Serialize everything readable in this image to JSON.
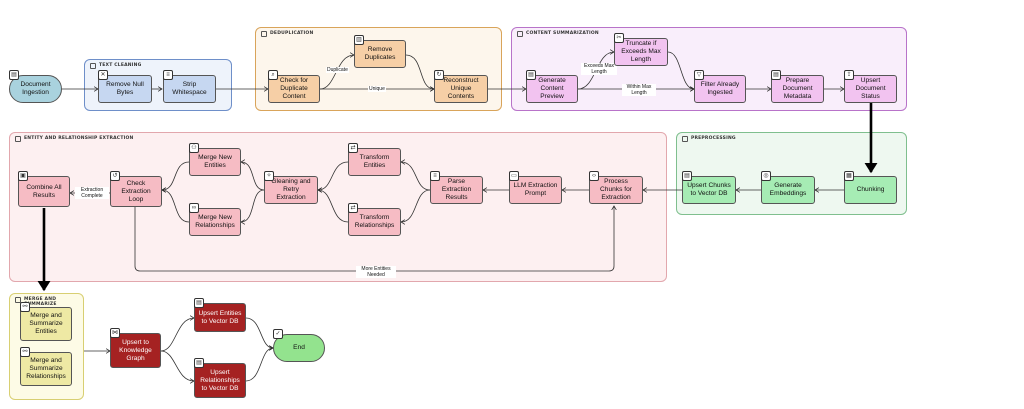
{
  "colors": {
    "text_cleaning": "#eef3fb",
    "text_cleaning_border": "#6e8fc9",
    "dedup": "#fdf6ec",
    "dedup_border": "#d9a45a",
    "summ": "#f9eefb",
    "summ_border": "#b873c9",
    "pre": "#eef8f0",
    "pre_border": "#7fbf8e",
    "ent": "#fdf0f1",
    "ent_border": "#e2a7ad",
    "merge": "#fdfbe6",
    "merge_border": "#d8cf72"
  },
  "groups": {
    "text_cleaning": "TEXT CLEANING",
    "deduplication": "DEDUPLICATION",
    "content_summarization": "CONTENT SUMMARIZATION",
    "preprocessing": "PREPROCESSING",
    "entity_extraction": "ENTITY AND RELATIONSHIP EXTRACTION",
    "merge_summarize": "MERGE AND SUMMARIZE"
  },
  "nodes": {
    "document_ingestion": "Document Ingestion",
    "remove_null_bytes": "Remove Null Bytes",
    "strip_whitespace": "Strip Whitespace",
    "check_duplicate": "Check for Duplicate Content",
    "remove_duplicates": "Remove Duplicates",
    "reconstruct_unique": "Reconstruct Unique Contents",
    "generate_preview": "Generate Content Preview",
    "truncate": "Truncate if Exceeds Max Length",
    "filter_ingested": "Filter Already Ingested",
    "prepare_metadata": "Prepare Document Metadata",
    "upsert_doc_status": "Upsert Document Status",
    "chunking": "Chunking",
    "generate_embeddings": "Generate Embeddings",
    "upsert_chunks": "Upsert Chunks to Vector DB",
    "process_chunks": "Process Chunks for Extraction",
    "llm_prompt": "LLM Extraction Prompt",
    "parse_results": "Parse Extraction Results",
    "transform_entities": "Transform Entities",
    "transform_relationships": "Transform Relationships",
    "gleaning": "Gleaning and Retry Extraction",
    "merge_new_entities": "Merge New Entities",
    "merge_new_relationships": "Merge New Relationships",
    "check_loop": "Check Extraction Loop",
    "combine_results": "Combine All Results",
    "merge_summarize_entities": "Merge and Summarize Entities",
    "merge_summarize_relationships": "Merge and Summarize Relationships",
    "upsert_kg": "Upsert to Knowledge Graph",
    "upsert_entities_vdb": "Upsert Entities to Vector DB",
    "upsert_relationships_vdb": "Upsert Relationships to Vector DB",
    "end": "End"
  },
  "edge_labels": {
    "duplicate": "Duplicate",
    "unique": "Unique",
    "exceeds_max": "Exceeds Max Length",
    "within_max": "Within Max Length",
    "extraction_complete": "Extraction Complete",
    "more_entities": "More Entities Needed"
  },
  "icons": {
    "document_ingestion": "document-icon",
    "remove_null_bytes": "close-icon",
    "strip_whitespace": "text-lines-icon",
    "check_duplicate": "search-icon",
    "remove_duplicates": "trash-icon",
    "reconstruct_unique": "rebuild-icon",
    "generate_preview": "document-icon",
    "truncate": "scissors-icon",
    "filter_ingested": "filter-icon",
    "prepare_metadata": "document-icon",
    "upsert_doc_status": "upload-icon",
    "chunking": "puzzle-icon",
    "generate_embeddings": "embedding-icon",
    "upsert_chunks": "database-icon",
    "process_chunks": "code-icon",
    "llm_prompt": "chat-icon",
    "parse_results": "list-icon",
    "transform_entities": "transform-icon",
    "transform_relationships": "transform-icon",
    "gleaning": "sparkle-icon",
    "merge_new_entities": "user-add-icon",
    "merge_new_relationships": "link-icon",
    "check_loop": "loop-icon",
    "combine_results": "combine-icon",
    "merge_summarize_entities": "merge-icon",
    "merge_summarize_relationships": "merge-icon",
    "upsert_kg": "share-icon",
    "upsert_entities_vdb": "database-icon",
    "upsert_relationships_vdb": "database-icon",
    "end": "check-icon"
  }
}
